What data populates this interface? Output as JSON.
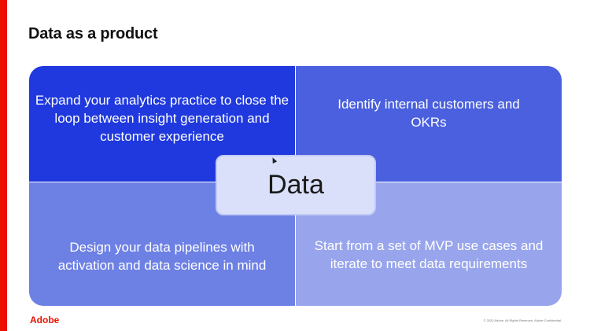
{
  "slide": {
    "title": "Data as a product",
    "center_label": "Data",
    "quadrants": {
      "top_left": "Expand your analytics practice to close the loop between insight generation and customer experience",
      "top_right": "Identify internal customers and OKRs",
      "bottom_left": "Design your data pipelines with activation and data science in mind",
      "bottom_right": "Start from a set of MVP use cases and iterate to meet data requirements"
    },
    "footer": {
      "logo": "Adobe",
      "copyright": "© 2020 Adobe. All Rights Reserved. Adobe Confidential."
    }
  },
  "colors": {
    "accent": "#eb1000",
    "quadrant_top_left": "#1f39de",
    "quadrant_top_right": "#4a60de",
    "quadrant_bottom_left": "#6d80e4",
    "quadrant_bottom_right": "#98a5ec",
    "center_box": "#dbe0fa"
  },
  "icons": {
    "cursor": "mouse-pointer-icon"
  }
}
